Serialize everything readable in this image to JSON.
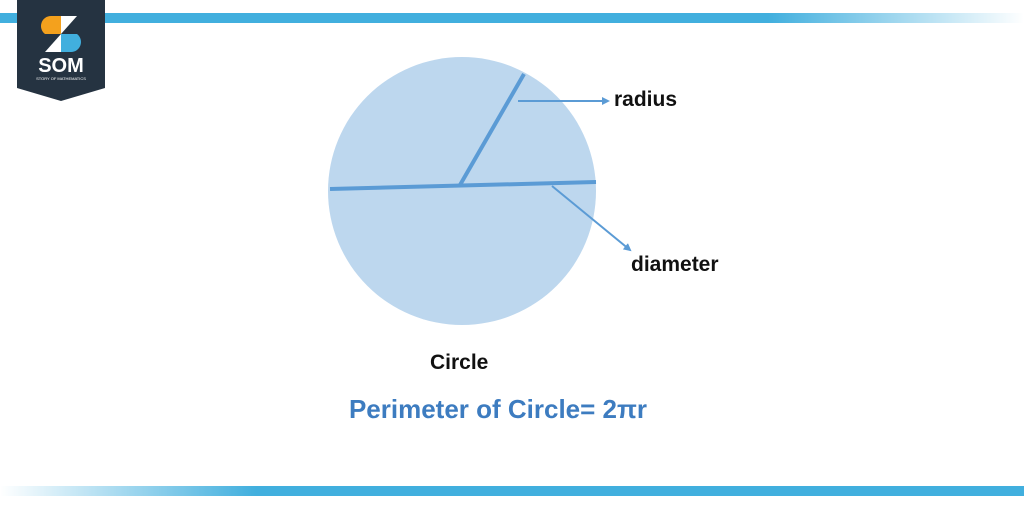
{
  "logo": {
    "text": "SOM",
    "subtitle": "STORY OF MATHEMATICS"
  },
  "labels": {
    "radius": "radius",
    "diameter": "diameter",
    "circle": "Circle"
  },
  "formula": "Perimeter of Circle= 2πr",
  "colors": {
    "accent_bar": "#41afde",
    "circle_fill": "#bdd7ee",
    "line": "#5b9bd5",
    "formula": "#3d7cc0",
    "logo_bg": "#253341"
  }
}
